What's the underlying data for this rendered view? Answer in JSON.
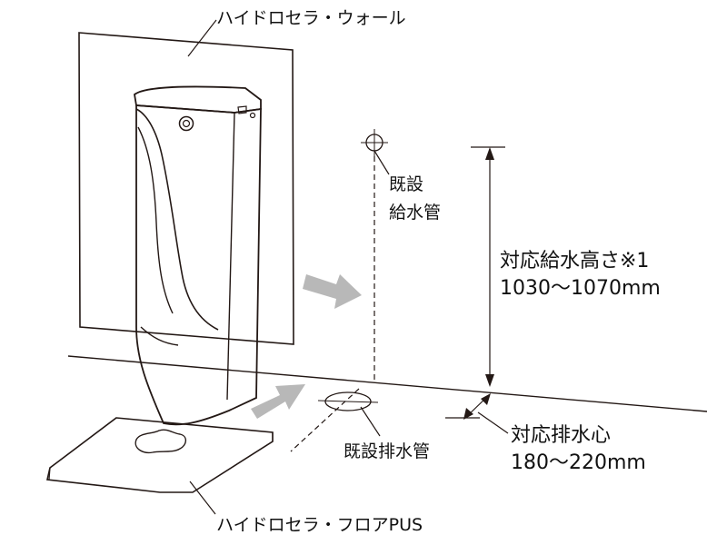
{
  "labels": {
    "wall_panel": "ハイドロセラ・ウォール",
    "supply_pipe_line1": "既設",
    "supply_pipe_line2": "給水管",
    "supply_height_title": "対応給水高さ※1",
    "supply_height_range": "1030〜1070mm",
    "drain_center_title": "対応排水心",
    "drain_center_range": "180〜220mm",
    "drain_pipe": "既設排水管",
    "floor_panel": "ハイドロセラ・フロアPUS"
  },
  "colors": {
    "line": "#231815",
    "arrow_fill": "#b8b8b8",
    "background": "#ffffff"
  }
}
